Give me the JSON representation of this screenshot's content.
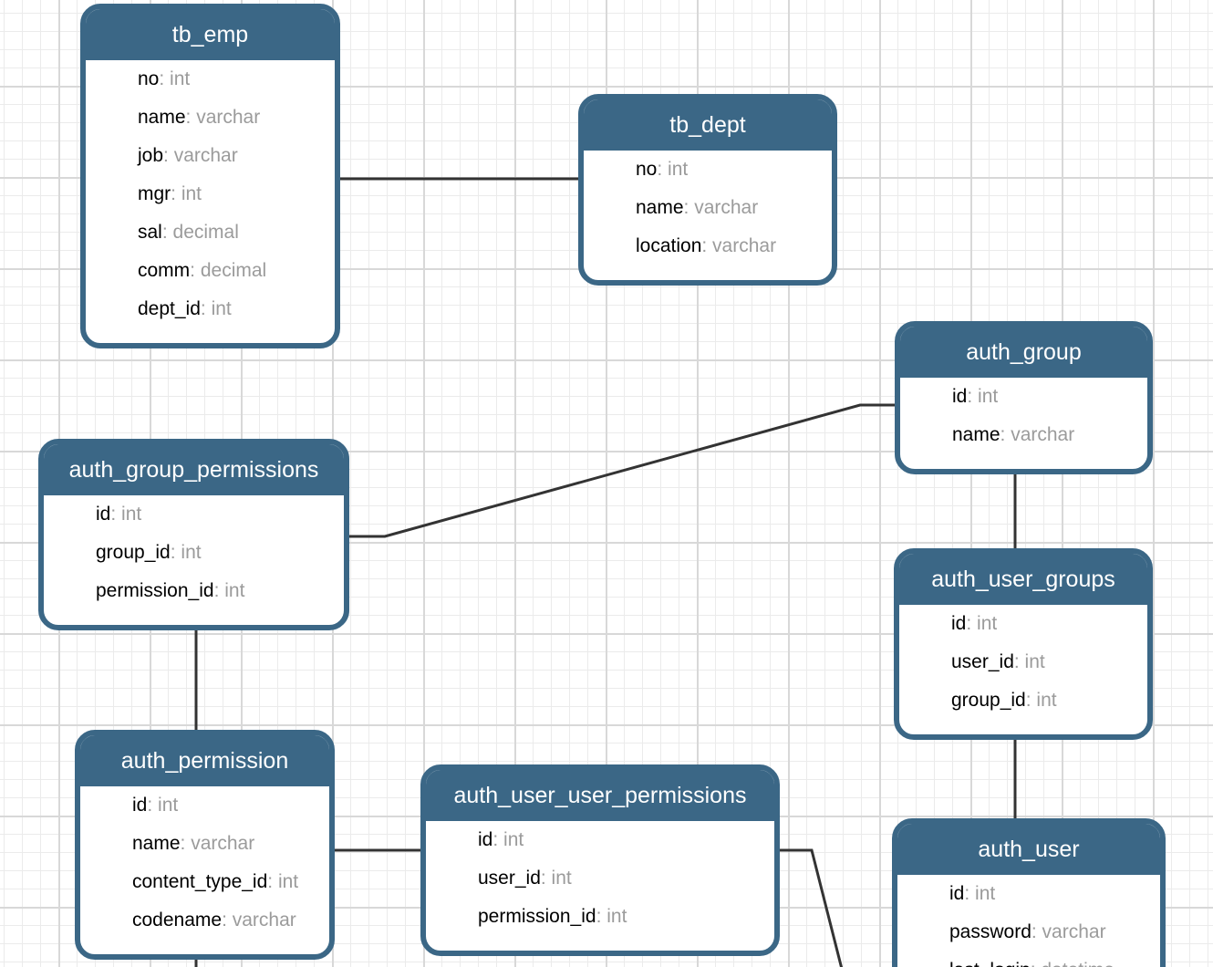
{
  "diagram": {
    "field_separator": ": ",
    "colors": {
      "entity_header": "#3b6786",
      "entity_border": "#3b6786",
      "entity_body": "#ffffff",
      "connector": "#333333",
      "grid_minor": "#ebebeb",
      "grid_major": "#d8d8d8",
      "field_name": "#000000",
      "field_type": "#9b9b9b"
    },
    "tables": [
      {
        "title": "tb_emp",
        "fields": [
          {
            "name": "no",
            "type": "int"
          },
          {
            "name": "name",
            "type": "varchar"
          },
          {
            "name": "job",
            "type": "varchar"
          },
          {
            "name": "mgr",
            "type": "int"
          },
          {
            "name": "sal",
            "type": "decimal"
          },
          {
            "name": "comm",
            "type": "decimal"
          },
          {
            "name": "dept_id",
            "type": "int"
          }
        ]
      },
      {
        "title": "tb_dept",
        "fields": [
          {
            "name": "no",
            "type": "int"
          },
          {
            "name": "name",
            "type": "varchar"
          },
          {
            "name": "location",
            "type": "varchar"
          }
        ]
      },
      {
        "title": "auth_group",
        "fields": [
          {
            "name": "id",
            "type": "int"
          },
          {
            "name": "name",
            "type": "varchar"
          }
        ]
      },
      {
        "title": "auth_group_permissions",
        "fields": [
          {
            "name": "id",
            "type": "int"
          },
          {
            "name": "group_id",
            "type": "int"
          },
          {
            "name": "permission_id",
            "type": "int"
          }
        ]
      },
      {
        "title": "auth_user_groups",
        "fields": [
          {
            "name": "id",
            "type": "int"
          },
          {
            "name": "user_id",
            "type": "int"
          },
          {
            "name": "group_id",
            "type": "int"
          }
        ]
      },
      {
        "title": "auth_permission",
        "fields": [
          {
            "name": "id",
            "type": "int"
          },
          {
            "name": "name",
            "type": "varchar"
          },
          {
            "name": "content_type_id",
            "type": "int"
          },
          {
            "name": "codename",
            "type": "varchar"
          }
        ]
      },
      {
        "title": "auth_user_user_permissions",
        "fields": [
          {
            "name": "id",
            "type": "int"
          },
          {
            "name": "user_id",
            "type": "int"
          },
          {
            "name": "permission_id",
            "type": "int"
          }
        ]
      },
      {
        "title": "auth_user",
        "fields": [
          {
            "name": "id",
            "type": "int"
          },
          {
            "name": "password",
            "type": "varchar"
          },
          {
            "name": "last_login",
            "type": "datetime"
          }
        ]
      }
    ]
  }
}
